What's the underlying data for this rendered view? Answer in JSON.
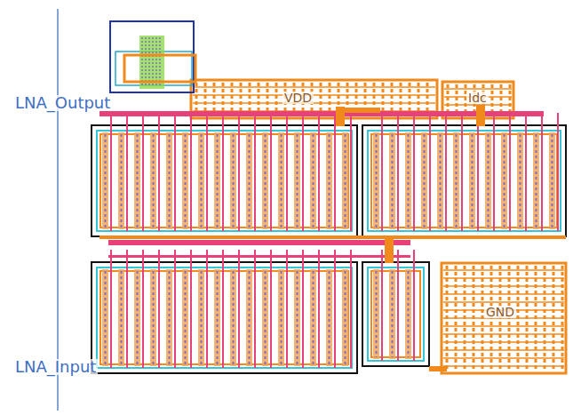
{
  "diagram": {
    "labels": [
      "LNA_Output",
      "LNA_Input",
      "VDD",
      "Idc",
      "GND"
    ]
  }
}
